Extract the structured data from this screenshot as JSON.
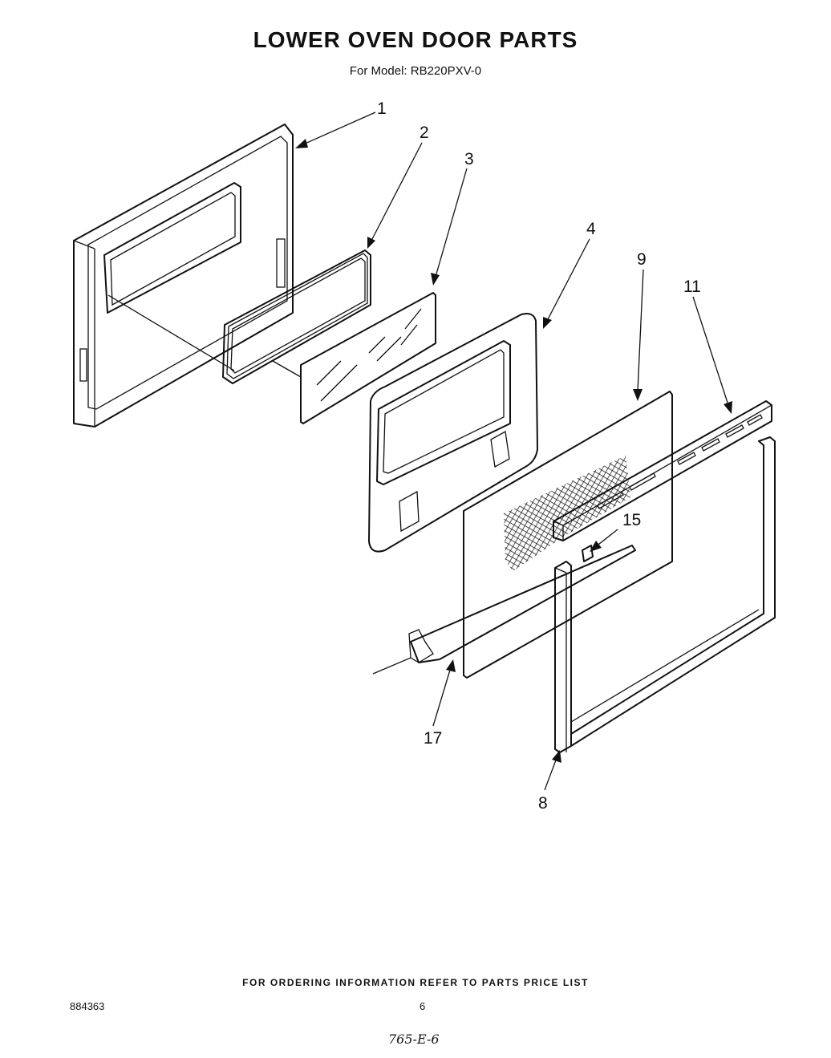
{
  "header": {
    "title": "LOWER OVEN DOOR PARTS",
    "subtitle": "For Model: RB220PXV-0"
  },
  "callouts": [
    {
      "id": "1",
      "label": "1"
    },
    {
      "id": "2",
      "label": "2"
    },
    {
      "id": "3",
      "label": "3"
    },
    {
      "id": "4",
      "label": "4"
    },
    {
      "id": "9",
      "label": "9"
    },
    {
      "id": "11",
      "label": "11"
    },
    {
      "id": "15",
      "label": "15"
    },
    {
      "id": "17",
      "label": "17"
    },
    {
      "id": "8",
      "label": "8"
    }
  ],
  "footer": {
    "ordering_note": "FOR ORDERING INFORMATION REFER TO PARTS PRICE LIST",
    "document_number": "884363",
    "page_number": "6",
    "handwritten_note": "765-E-6"
  }
}
